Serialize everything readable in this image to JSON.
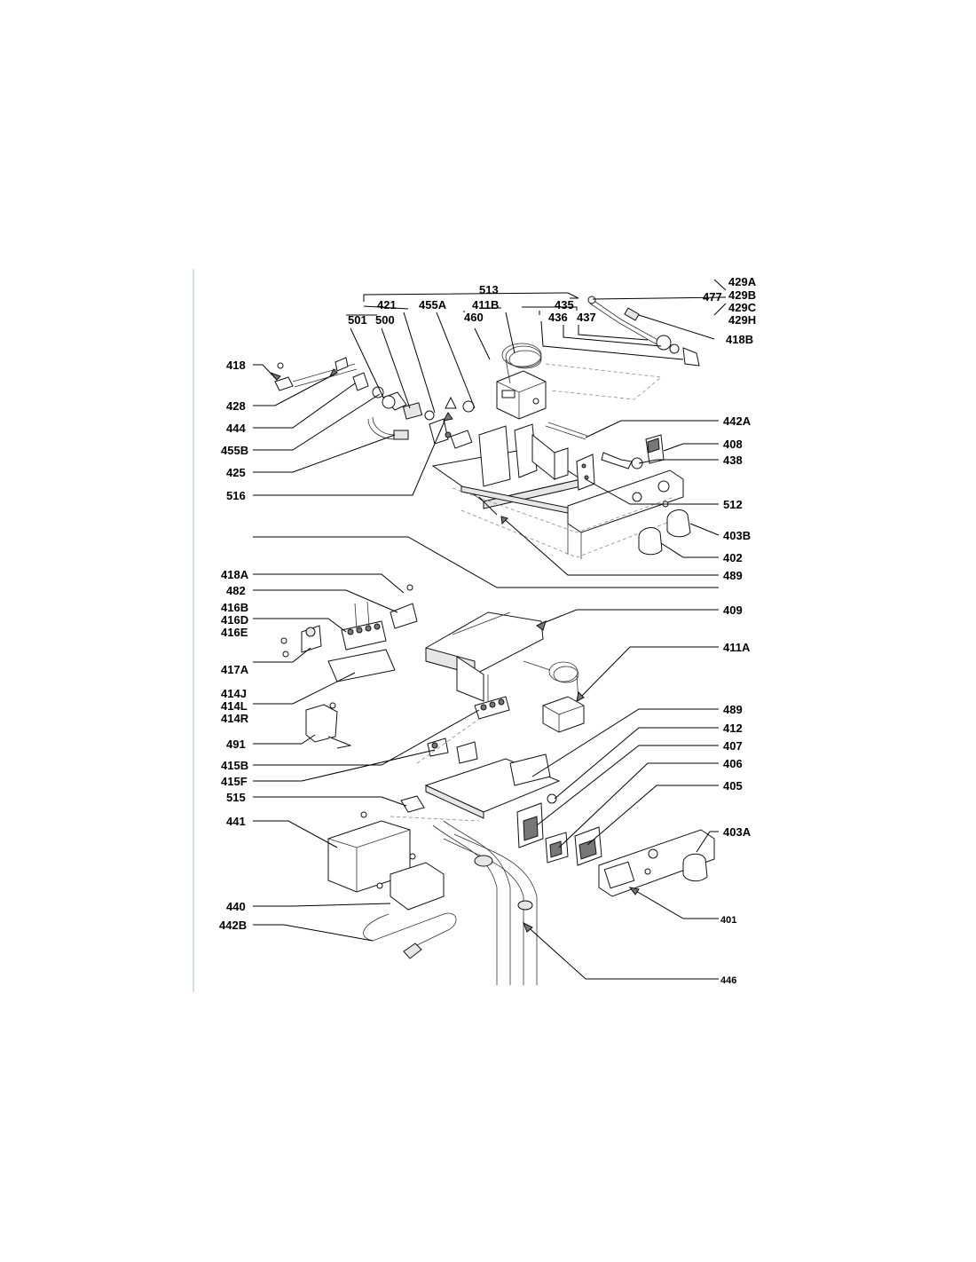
{
  "sheet": {
    "margin_rule_color": "#cfe0ec"
  },
  "labels": {
    "l429A": "429A",
    "l429B": "429B",
    "l429C": "429C",
    "l429H": "429H",
    "l477": "477",
    "l513": "513",
    "l421": "421",
    "l411B": "411B",
    "l435": "435",
    "l455A": "455A",
    "l501": "501",
    "l500": "500",
    "l460": "460",
    "l436": "436",
    "l437": "437",
    "l418B": "418B",
    "l418": "418",
    "l428": "428",
    "l444": "444",
    "l455B": "455B",
    "l425": "425",
    "l516": "516",
    "l442A": "442A",
    "l408": "408",
    "l438": "438",
    "l512": "512",
    "l403B": "403B",
    "l402": "402",
    "l489a": "489",
    "l418A": "418A",
    "l482": "482",
    "l416B": "416B",
    "l416D": "416D",
    "l416E": "416E",
    "l417A": "417A",
    "l414J": "414J",
    "l414L": "414L",
    "l414R": "414R",
    "l491": "491",
    "l415B": "415B",
    "l415F": "415F",
    "l515": "515",
    "l441": "441",
    "l440": "440",
    "l442B": "442B",
    "l409": "409",
    "l411A": "411A",
    "l489b": "489",
    "l412": "412",
    "l407": "407",
    "l406": "406",
    "l405": "405",
    "l403A": "403A",
    "l401": "401",
    "l446": "446"
  }
}
